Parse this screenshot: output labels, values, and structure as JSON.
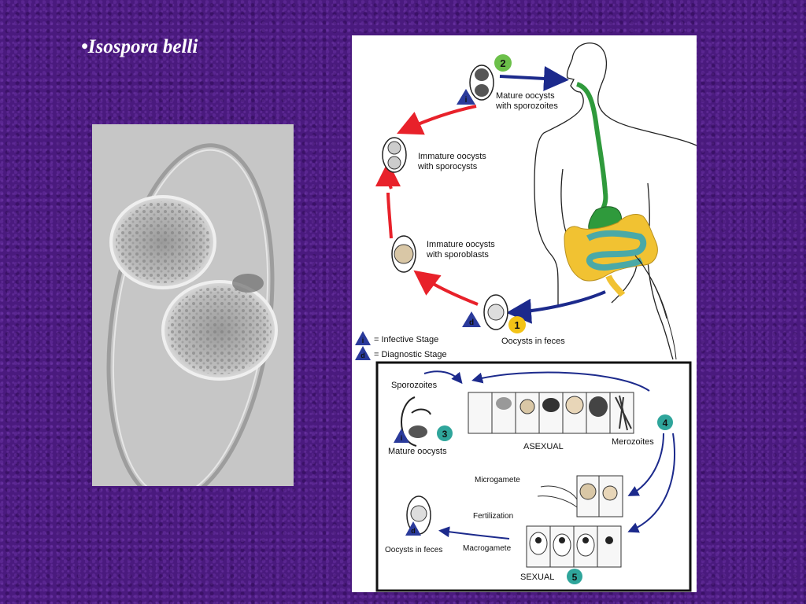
{
  "slide": {
    "title": "•Isospora belli"
  },
  "lifecycle": {
    "stage2_label_line1": "Mature oocysts",
    "stage2_label_line2": "with sporozoites",
    "immature_sporocysts_line1": "Immature oocysts",
    "immature_sporocysts_line2": "with sporocysts",
    "immature_sporoblasts_line1": "Immature oocysts",
    "immature_sporoblasts_line2": "with sporoblasts",
    "stage1_label": "Oocysts in feces",
    "legend_infective": "= Infective Stage",
    "legend_diagnostic": "= Diagnostic Stage",
    "badge_infective": "i",
    "badge_diagnostic": "d",
    "num1": "1",
    "num2": "2"
  },
  "intestinal": {
    "sporozoites": "Sporozoites",
    "mature_oocysts": "Mature oocysts",
    "asexual": "ASEXUAL",
    "merozoites": "Merozoites",
    "microgamete": "Microgamete",
    "fertilization": "Fertilization",
    "oocysts_in_feces": "Oocysts in feces",
    "macrogamete": "Macrogamete",
    "sexual": "SEXUAL",
    "num3": "3",
    "num4": "4",
    "num5": "5"
  },
  "colors": {
    "background": "#4a1a7e",
    "arrow_red": "#e8212a",
    "arrow_blue": "#1c2a8c",
    "badge_green": "#6cc04a",
    "badge_yellow": "#f3c316",
    "badge_teal": "#2fa59b",
    "gut_green": "#2f9a3c",
    "colon_yellow": "#f1c232",
    "intestine_teal": "#4aa9a7"
  }
}
